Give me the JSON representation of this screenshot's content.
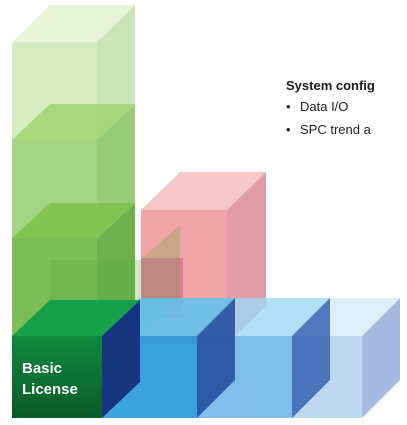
{
  "info": {
    "title": "System config",
    "bullets": [
      "Data I/O",
      "SPC trend a"
    ]
  },
  "license_label": [
    "Basic",
    "License"
  ],
  "colors": {
    "green": "#7bbf4e",
    "red": "#e8505a",
    "blue": "#1e96d8",
    "dark_green": "#0e7a3c",
    "navy": "#17357f"
  }
}
